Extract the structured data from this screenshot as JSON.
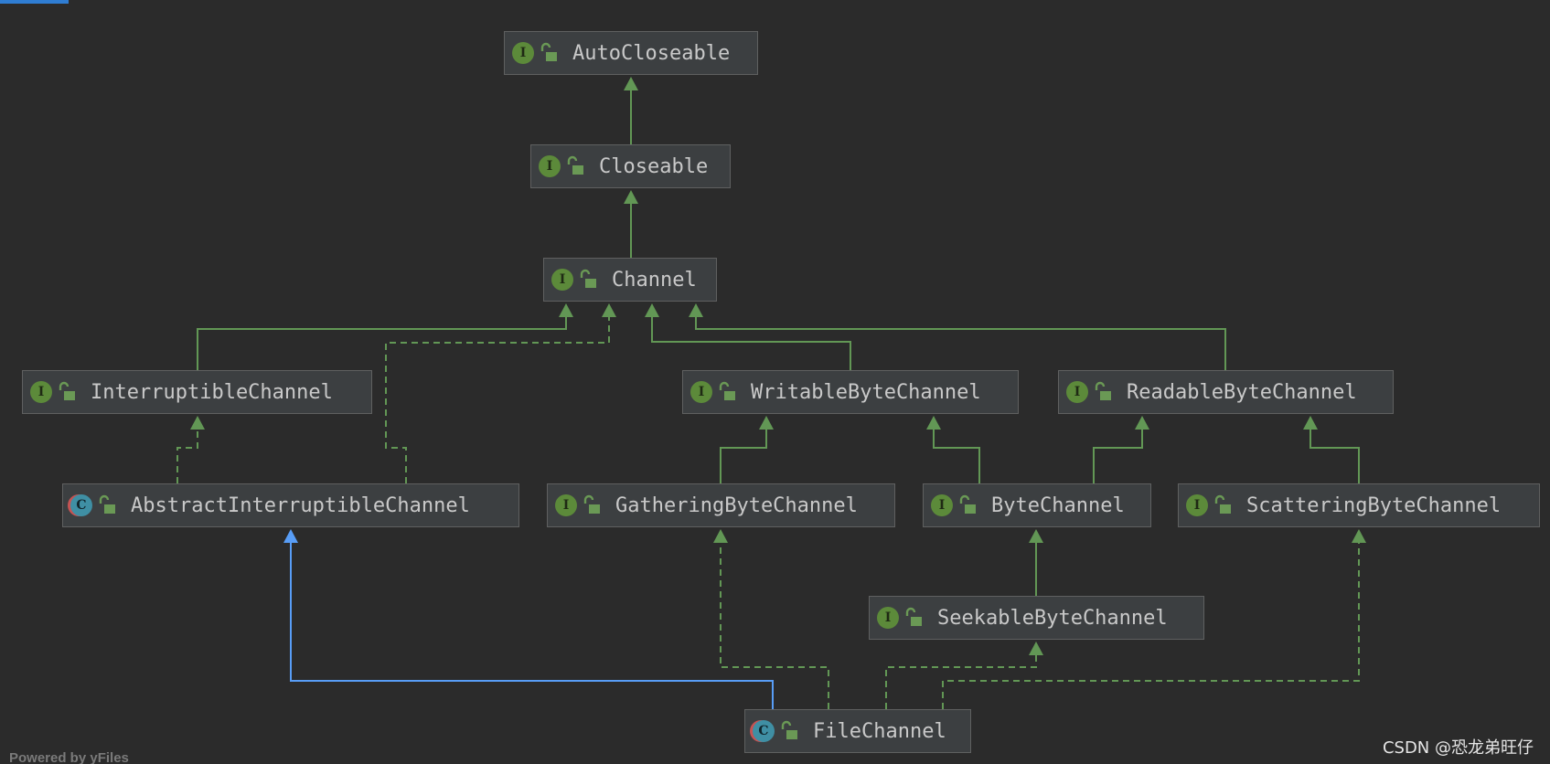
{
  "diagram": {
    "nodes": {
      "autocloseable": {
        "label": "AutoCloseable",
        "kind": "interface",
        "icon": "interface-icon"
      },
      "closeable": {
        "label": "Closeable",
        "kind": "interface",
        "icon": "interface-icon"
      },
      "channel": {
        "label": "Channel",
        "kind": "interface",
        "icon": "interface-icon"
      },
      "interruptiblechannel": {
        "label": "InterruptibleChannel",
        "kind": "interface",
        "icon": "interface-icon"
      },
      "writablebytechannel": {
        "label": "WritableByteChannel",
        "kind": "interface",
        "icon": "interface-icon"
      },
      "readablebytechannel": {
        "label": "ReadableByteChannel",
        "kind": "interface",
        "icon": "interface-icon"
      },
      "abstractinterruptiblechannel": {
        "label": "AbstractInterruptibleChannel",
        "kind": "abstract-class",
        "icon": "abstract-class-icon"
      },
      "gatheringbytechannel": {
        "label": "GatheringByteChannel",
        "kind": "interface",
        "icon": "interface-icon"
      },
      "bytechannel": {
        "label": "ByteChannel",
        "kind": "interface",
        "icon": "interface-icon"
      },
      "scatteringbytechannel": {
        "label": "ScatteringByteChannel",
        "kind": "interface",
        "icon": "interface-icon"
      },
      "seekablebytechannel": {
        "label": "SeekableByteChannel",
        "kind": "interface",
        "icon": "interface-icon"
      },
      "filechannel": {
        "label": "FileChannel",
        "kind": "abstract-class",
        "icon": "abstract-class-icon"
      }
    },
    "badge_letters": {
      "interface": "I",
      "abstract-class": "C"
    },
    "edges": [
      {
        "from": "closeable",
        "to": "autocloseable",
        "type": "extends"
      },
      {
        "from": "channel",
        "to": "closeable",
        "type": "extends"
      },
      {
        "from": "interruptiblechannel",
        "to": "channel",
        "type": "extends"
      },
      {
        "from": "abstractinterruptiblechannel",
        "to": "channel",
        "type": "implements"
      },
      {
        "from": "writablebytechannel",
        "to": "channel",
        "type": "extends"
      },
      {
        "from": "readablebytechannel",
        "to": "channel",
        "type": "extends"
      },
      {
        "from": "abstractinterruptiblechannel",
        "to": "interruptiblechannel",
        "type": "implements"
      },
      {
        "from": "gatheringbytechannel",
        "to": "writablebytechannel",
        "type": "extends"
      },
      {
        "from": "bytechannel",
        "to": "writablebytechannel",
        "type": "extends"
      },
      {
        "from": "bytechannel",
        "to": "readablebytechannel",
        "type": "extends"
      },
      {
        "from": "scatteringbytechannel",
        "to": "readablebytechannel",
        "type": "extends"
      },
      {
        "from": "seekablebytechannel",
        "to": "bytechannel",
        "type": "extends"
      },
      {
        "from": "filechannel",
        "to": "abstractinterruptiblechannel",
        "type": "class-extends"
      },
      {
        "from": "filechannel",
        "to": "gatheringbytechannel",
        "type": "implements"
      },
      {
        "from": "filechannel",
        "to": "seekablebytechannel",
        "type": "implements"
      },
      {
        "from": "filechannel",
        "to": "scatteringbytechannel",
        "type": "implements"
      }
    ],
    "colors": {
      "background": "#2b2b2b",
      "interface_edge": "#629755",
      "class_edge": "#589df6",
      "node_fill": "#3c3f41",
      "node_border": "#5f6060"
    }
  },
  "footer": {
    "powered": "Powered by yFiles",
    "watermark": "CSDN @恐龙弟旺仔"
  }
}
